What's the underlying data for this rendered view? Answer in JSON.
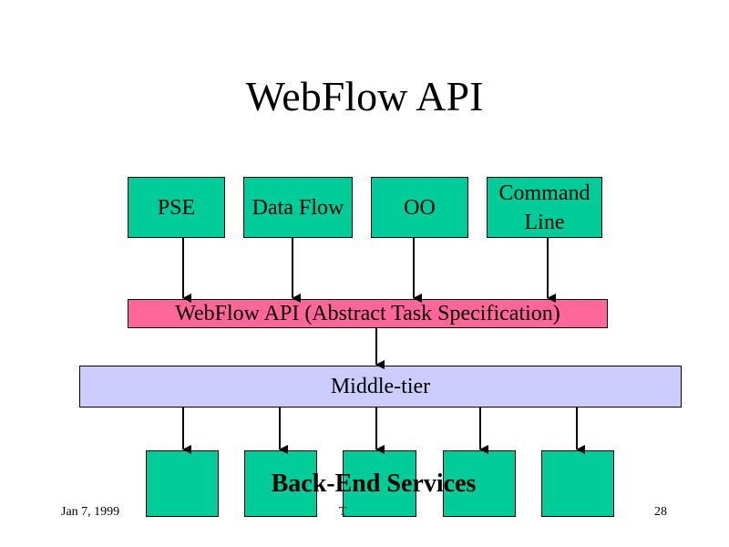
{
  "title": "WebFlow API",
  "top_boxes": [
    "PSE",
    "Data Flow",
    "OO",
    "Command\nLine"
  ],
  "api_box": "WebFlow API (Abstract Task Specification)",
  "middle_box": "Middle-tier",
  "backend_label": "Back-End Services",
  "footer": {
    "date": "Jan 7, 1999",
    "center": "T",
    "page": "28"
  },
  "colors": {
    "green": "#00cc99",
    "pink": "#ff6699",
    "lavender": "#ccccff"
  }
}
